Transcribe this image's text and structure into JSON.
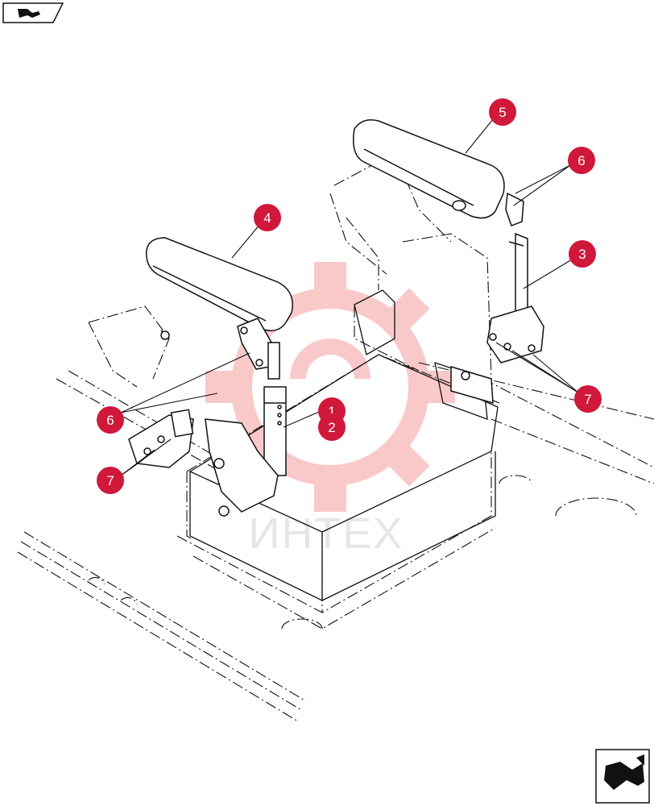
{
  "watermark": {
    "text": "ИНТЕХ",
    "color": "#f4a0a0"
  },
  "nav": {
    "prev_icon": "arrow-back-nav-icon",
    "next_icon": "arrow-forward-nav-icon"
  },
  "colors": {
    "callout": "#d0183a",
    "line": "#111111"
  },
  "callouts": [
    {
      "id": "c1",
      "label": "1"
    },
    {
      "id": "c2",
      "label": "2"
    },
    {
      "id": "c3",
      "label": "3"
    },
    {
      "id": "c4",
      "label": "4"
    },
    {
      "id": "c5",
      "label": "5"
    },
    {
      "id": "c6a",
      "label": "6"
    },
    {
      "id": "c6b",
      "label": "6"
    },
    {
      "id": "c7a",
      "label": "7"
    },
    {
      "id": "c7b",
      "label": "7"
    }
  ]
}
